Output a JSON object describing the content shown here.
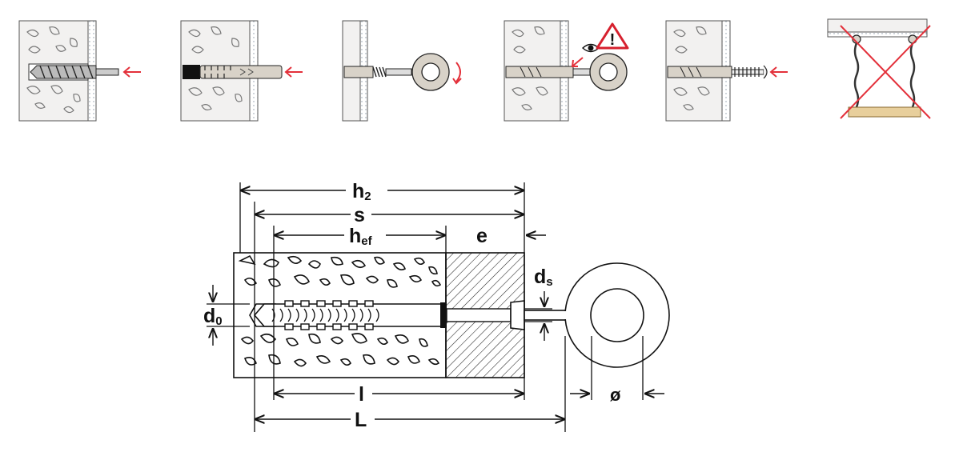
{
  "steps": [
    {
      "id": "drill-hole",
      "icon": "drill-bit-icon"
    },
    {
      "id": "insert-plug",
      "icon": "plug-insert-icon"
    },
    {
      "id": "screw-in-eye-bolt",
      "icon": "rotate-arrow-icon"
    },
    {
      "id": "check-seating",
      "icon": "warning-eye-icon",
      "warning_mark": "!"
    },
    {
      "id": "hammer-set",
      "icon": "nail-plug-icon"
    },
    {
      "id": "no-swing-load",
      "icon": "prohibited-swing-icon"
    }
  ],
  "dimensions": {
    "h2_main": "h",
    "h2_sub": "2",
    "s": "s",
    "hef_main": "h",
    "hef_sub": "ef",
    "e": "e",
    "ds_main": "d",
    "ds_sub": "s",
    "d0_main": "d",
    "d0_sub": "0",
    "l": "l",
    "L": "L",
    "diameter": "ø"
  },
  "colors": {
    "arrow": "#e3303a",
    "concrete": "#f2f1f0",
    "plaster": "#d8dde3",
    "plug": "#d8d2c8",
    "wood": "#e8cf9c"
  }
}
